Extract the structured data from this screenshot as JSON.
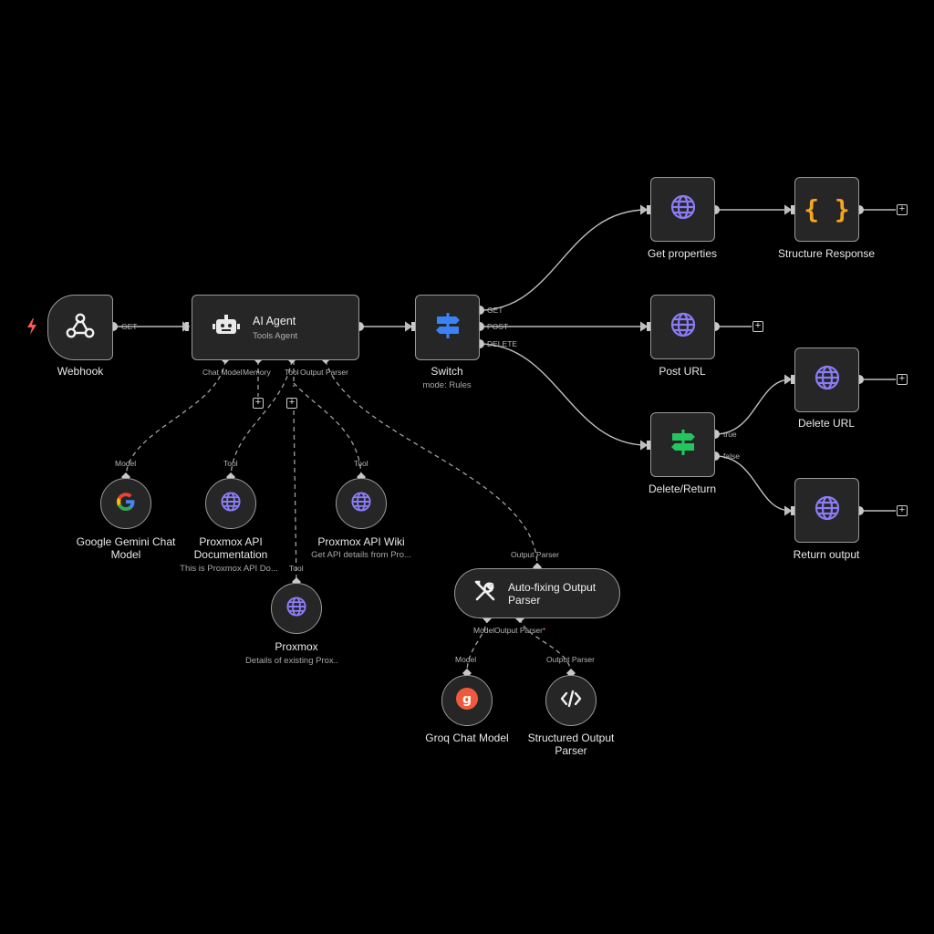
{
  "nodes": {
    "webhook": {
      "label": "Webhook"
    },
    "ai_agent": {
      "title": "AI Agent",
      "subtitle": "Tools Agent"
    },
    "switch": {
      "label": "Switch",
      "sub": "mode: Rules"
    },
    "get_properties": {
      "label": "Get properties"
    },
    "structure_response": {
      "label": "Structure Response"
    },
    "post_url": {
      "label": "Post URL"
    },
    "delete_return": {
      "label": "Delete/Return"
    },
    "delete_url": {
      "label": "Delete URL"
    },
    "return_output": {
      "label": "Return output"
    },
    "gemini": {
      "label_line1": "Google Gemini Chat",
      "label_line2": "Model"
    },
    "proxmox_api_doc": {
      "label_line1": "Proxmox API",
      "label_line2": "Documentation",
      "sub": "This is Proxmox API Do..."
    },
    "proxmox_api_wiki": {
      "label": "Proxmox API Wiki",
      "sub": "Get API details from Pro..."
    },
    "proxmox": {
      "label": "Proxmox",
      "sub": "Details of existing Prox.."
    },
    "auto_fixing": {
      "title_line1": "Auto-fixing Output",
      "title_line2": "Parser"
    },
    "groq": {
      "label": "Groq Chat Model"
    },
    "structured_parser": {
      "label_line1": "Structured Output",
      "label_line2": "Parser"
    }
  },
  "ports": {
    "webhook_out": "GET",
    "switch_get": "GET",
    "switch_post": "POST",
    "switch_delete": "DELETE",
    "true": "true",
    "false": "false",
    "chat_model": "Chat Model",
    "memory": "Memory",
    "tool": "Tool",
    "output_parser": "Output Parser",
    "model": "Model",
    "model_in": "Model",
    "tool_in": "Tool",
    "output_parser_in": "Output Parser",
    "af_model": "Model",
    "af_output_parser": "Output Parser",
    "required_mark": "*"
  },
  "colors": {
    "background": "#000000",
    "node_fill": "#262626",
    "node_border": "#9a9a9a",
    "http_icon": "#8b7cf6",
    "switch_icon": "#3b82f6",
    "if_icon": "#22c55e",
    "code_icon": "#f5a524",
    "trigger_icon": "#ff5a5a",
    "groq_icon": "#f05a3c"
  },
  "icons": {
    "trigger": "lightning-icon",
    "webhook": "webhook-icon",
    "agent": "robot-icon",
    "switch": "signpost-icon",
    "http": "globe-icon",
    "code": "braces-icon",
    "google": "google-icon",
    "tools": "wrench-icon",
    "groq": "groq-icon",
    "parser": "code-icon"
  }
}
